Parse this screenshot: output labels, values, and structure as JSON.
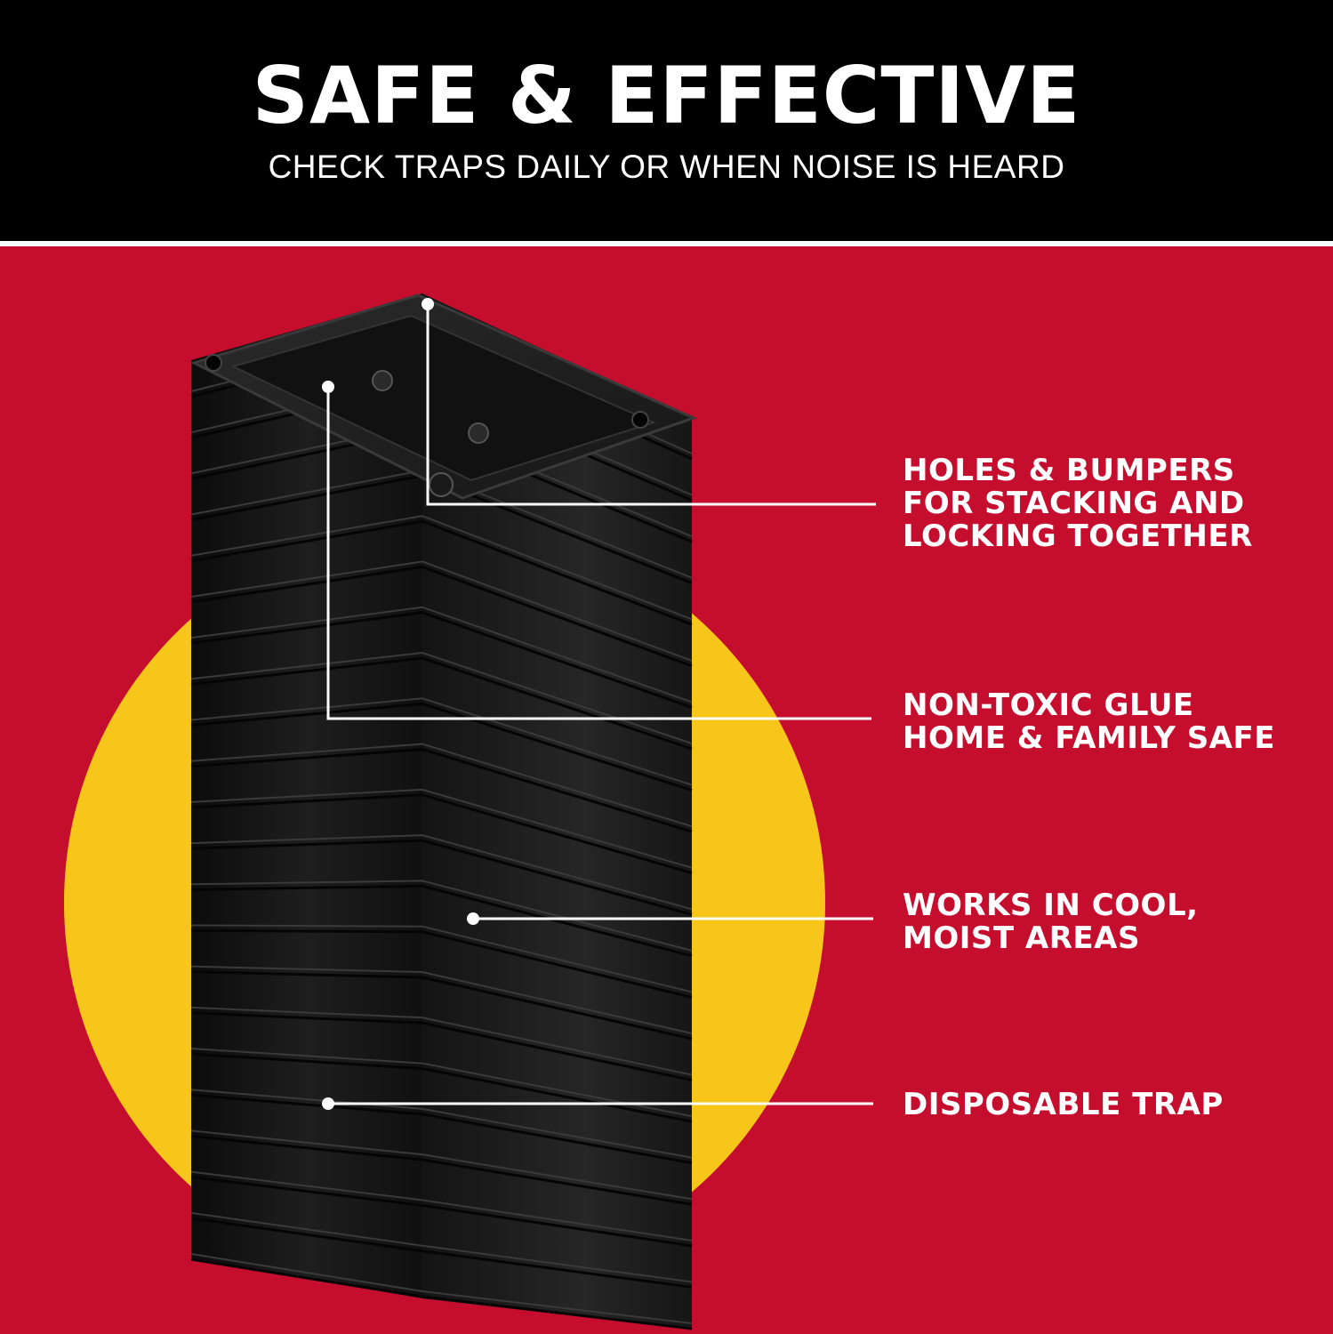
{
  "header": {
    "title": "SAFE & EFFECTIVE",
    "subtitle": "CHECK TRAPS DAILY OR WHEN NOISE IS HEARD"
  },
  "callouts": [
    {
      "lines": [
        "HOLES & BUMPERS",
        "FOR STACKING AND",
        "LOCKING TOGETHER"
      ]
    },
    {
      "lines": [
        "NON-TOXIC GLUE",
        "HOME & FAMILY SAFE"
      ]
    },
    {
      "lines": [
        "WORKS IN COOL,",
        "MOIST AREAS"
      ]
    },
    {
      "lines": [
        "DISPOSABLE TRAP"
      ]
    }
  ],
  "colors": {
    "background_red": "#c50e2e",
    "header_black": "#000000",
    "accent_yellow": "#f7c61a",
    "text_white": "#ffffff",
    "trap_black": "#1a1a1a"
  }
}
